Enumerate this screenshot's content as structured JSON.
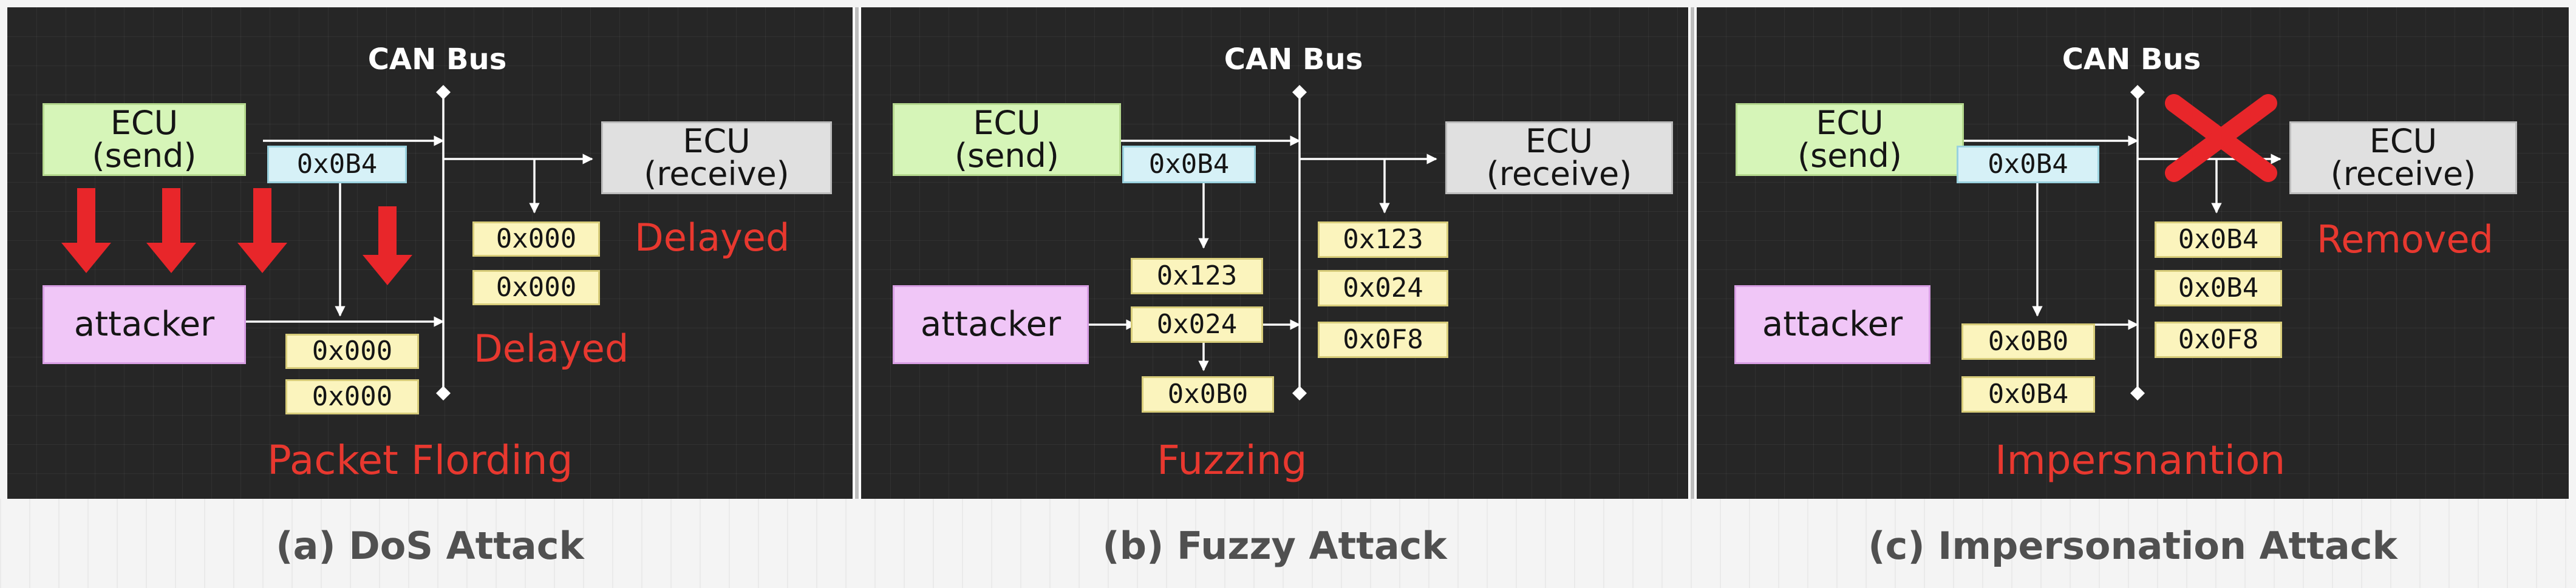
{
  "panels": {
    "dos": {
      "bus_label": "CAN Bus",
      "ecu_send": "ECU\n(send)",
      "ecu_receive": "ECU\n(receive)",
      "send_id": "0x0B4",
      "attacker": "attacker",
      "receive_ids": [
        "0x000",
        "0x000"
      ],
      "attacker_ids": [
        "0x000",
        "0x000"
      ],
      "status_top": "Delayed",
      "status_bottom": "Delayed",
      "title": "Packet Flording",
      "caption": "(a) DoS Attack"
    },
    "fuzzy": {
      "bus_label": "CAN Bus",
      "ecu_send": "ECU\n(send)",
      "ecu_receive": "ECU\n(receive)",
      "send_id": "0x0B4",
      "attacker": "attacker",
      "attacker_ids": [
        "0x123",
        "0x024",
        "0x0B0"
      ],
      "receive_ids": [
        "0x123",
        "0x024",
        "0x0F8"
      ],
      "title": "Fuzzing",
      "caption": "(b) Fuzzy Attack"
    },
    "impersonation": {
      "bus_label": "CAN Bus",
      "ecu_send": "ECU\n(send)",
      "ecu_receive": "ECU\n(receive)",
      "send_id": "0x0B4",
      "attacker": "attacker",
      "attacker_ids": [
        "0x0B0",
        "0x0B4"
      ],
      "receive_ids": [
        "0x0B4",
        "0x0B4",
        "0x0F8"
      ],
      "status": "Removed",
      "title": "Impersnantion",
      "caption": "(c) Impersonation Attack"
    }
  },
  "colors": {
    "panel_bg": "#262626",
    "ecu_send": "#d6f5b8",
    "ecu_receive": "#e0e0e0",
    "attacker": "#f0c6f7",
    "id_sent": "#d6f1f7",
    "id_frame": "#fbf4bd",
    "alert_red": "#e8382f"
  }
}
